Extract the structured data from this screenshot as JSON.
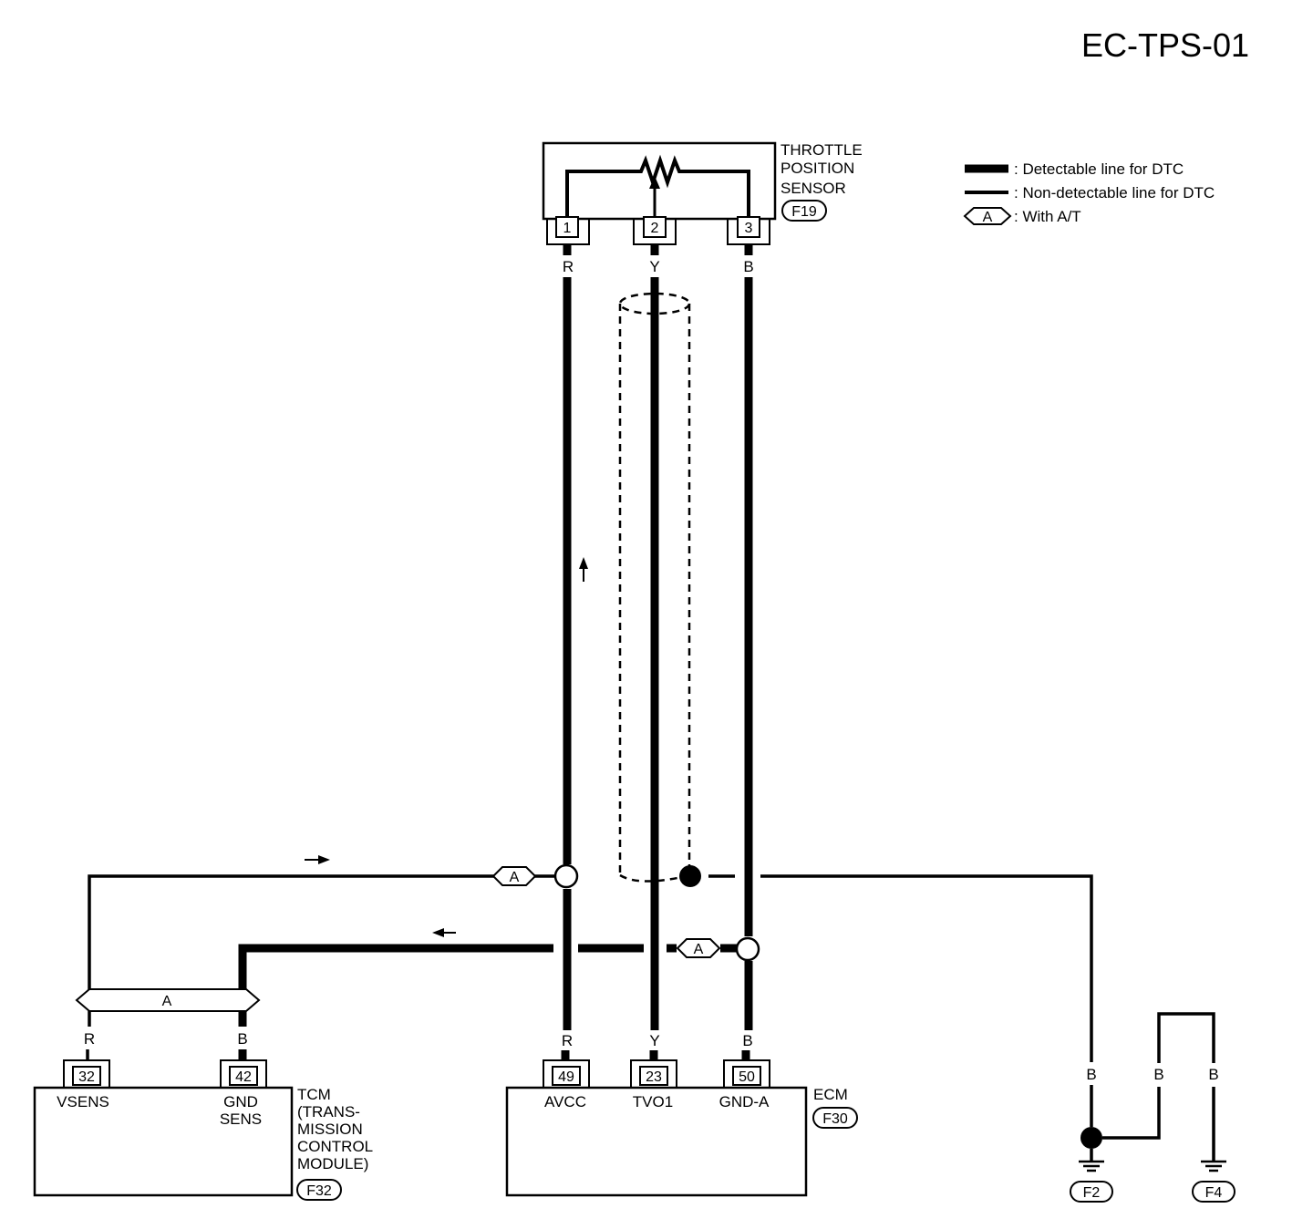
{
  "diagram_id": "EC-TPS-01",
  "legend": {
    "detectable": ": Detectable line for DTC",
    "non_detectable": ": Non-detectable line for DTC",
    "option_symbol": "A",
    "option_text": ": With A/T"
  },
  "tps": {
    "name_lines": [
      "THROTTLE",
      "POSITION",
      "SENSOR"
    ],
    "connector": "F19",
    "pins": [
      "1",
      "2",
      "3"
    ],
    "wire_colors": [
      "R",
      "Y",
      "B"
    ]
  },
  "ecm": {
    "name": "ECM",
    "connector": "F30",
    "pins": [
      "49",
      "23",
      "50"
    ],
    "terminals": [
      "AVCC",
      "TVO1",
      "GND-A"
    ],
    "wire_colors": [
      "R",
      "Y",
      "B"
    ]
  },
  "tcm": {
    "name_lines": [
      "TCM",
      "(TRANS-",
      "MISSION",
      "CONTROL",
      "MODULE)"
    ],
    "connector": "F32",
    "pins": [
      "32",
      "42"
    ],
    "terminal_vsens": "VSENS",
    "terminal_gnd_lines": [
      "GND",
      "SENS"
    ],
    "wire_colors": [
      "R",
      "B"
    ],
    "option_label": "A"
  },
  "grounds": {
    "connectors": [
      "F2",
      "F4"
    ],
    "wire_colors": [
      "B",
      "B",
      "B"
    ]
  },
  "option_markers": [
    "A",
    "A"
  ]
}
